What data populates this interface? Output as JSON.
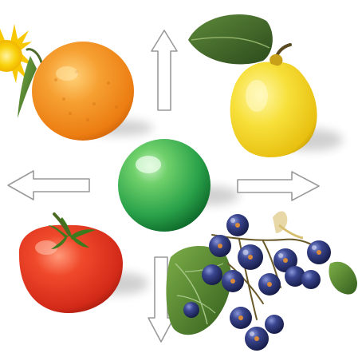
{
  "scene": {
    "center_object": "green-sphere",
    "objects": [
      {
        "name": "sun-icon",
        "position": "top-left edge"
      },
      {
        "name": "orange-fruit",
        "position": "top-left"
      },
      {
        "name": "quince-fruit",
        "position": "top-right"
      },
      {
        "name": "tomato",
        "position": "bottom-left"
      },
      {
        "name": "blackcurrant-branch",
        "position": "bottom-right"
      }
    ],
    "arrows": [
      {
        "name": "arrow-up",
        "direction": "up"
      },
      {
        "name": "arrow-left",
        "direction": "left"
      },
      {
        "name": "arrow-right",
        "direction": "right"
      },
      {
        "name": "arrow-down",
        "direction": "down"
      }
    ],
    "colors": {
      "background": "#ffffff",
      "sphere": "#2aa24a",
      "orange": "#f08a1c",
      "quince": "#f2d21e",
      "tomato": "#d8301e",
      "berry": "#262f66",
      "leaf": "#4e8a2c",
      "sun": "#f5c400",
      "arrow_outline": "#9a9a9a"
    }
  }
}
